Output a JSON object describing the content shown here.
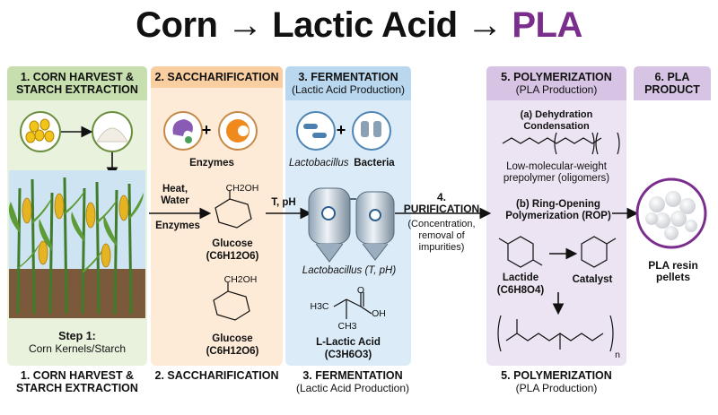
{
  "title": {
    "part1": "Corn → Lactic Acid → ",
    "part2": "PLA"
  },
  "stage1": {
    "header": "1. CORN HARVEST & STARCH EXTRACTION",
    "step_title": "Step 1:",
    "step_text": "Corn Kernels/Starch",
    "bottom": "1. CORN HARVEST & STARCH EXTRACTION"
  },
  "stage2": {
    "header": "2. SACCHARIFICATION",
    "enzymes_label": "Enzymes",
    "heat_label": "Heat,\nWater",
    "enzymes_arrow_label": "Enzymes",
    "glucose1": "Glucose",
    "formula1": "(C6H12O6)",
    "glucose2": "Glucose",
    "formula2": "(C6H12O6)",
    "bottom": "2. SACCHARIFICATION"
  },
  "arrow_tph": "T, pH",
  "stage3": {
    "header": "3. FERMENTATION",
    "header_sub": "(Lactic Acid Production)",
    "lactobacillus_label": "Lactobacillus",
    "bacteria_label": "Bacteria",
    "tank_label": "Lactobacillus (T, pH)",
    "product_name": "L-Lactic Acid",
    "product_formula": "(C3H6O3)",
    "bottom": "3. FERMENTATION",
    "bottom_sub": "(Lactic Acid Production)"
  },
  "stage4": {
    "header": "4. PURIFICATION",
    "note": "(Concentration, removal of impurities)"
  },
  "stage5": {
    "header": "5. POLYMERIZATION",
    "header_sub": "(PLA Production)",
    "route_a": "(a) Dehydration Condensation",
    "route_a_desc": "Low-molecular-weight prepolymer (oligomers)",
    "route_b": "(b) Ring-Opening Polymerization (ROP)",
    "lactide": "Lactide",
    "lactide_formula": "(C6H8O4)",
    "catalyst": "Catalyst",
    "bottom": "5. POLYMERIZATION",
    "bottom_sub": "(PLA Production)"
  },
  "stage6": {
    "header": "6. PLA PRODUCT",
    "product_label": "PLA resin pellets"
  },
  "chem": {
    "oh": "OH",
    "ch2oh": "CH2OH",
    "ch3": "CH3",
    "h3c": "H3C",
    "o": "O",
    "n": "n"
  },
  "colors": {
    "pla_purple": "#7b2d8e",
    "green_panel": "#e9f2dd",
    "orange_panel": "#fdebd7",
    "blue_panel": "#dcebf8",
    "purple_panel": "#ece4f2"
  }
}
